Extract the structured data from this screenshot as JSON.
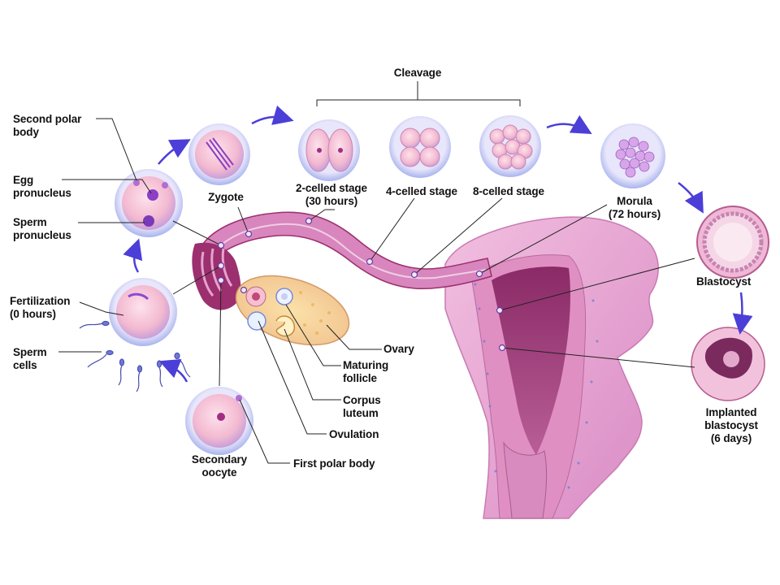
{
  "title": "Cleavage",
  "labels": {
    "second_polar_body": "Second polar\nbody",
    "egg_pronucleus": "Egg\npronucleus",
    "sperm_pronucleus": "Sperm\npronucleus",
    "fertilization": "Fertilization\n(0 hours)",
    "sperm_cells": "Sperm\ncells",
    "secondary_oocyte": "Secondary\noocyte",
    "first_polar_body": "First polar body",
    "zygote": "Zygote",
    "two_celled": "2-celled stage\n(30 hours)",
    "four_celled": "4-celled stage",
    "eight_celled": "8-celled stage",
    "morula": "Morula\n(72 hours)",
    "blastocyst": "Blastocyst",
    "implanted_blastocyst": "Implanted\nblastocyst\n(6 days)",
    "ovary": "Ovary",
    "maturing_follicle": "Maturing\nfollicle",
    "corpus_luteum": "Corpus\nluteum",
    "ovulation": "Ovulation"
  },
  "colors": {
    "tissue": "#e7a6cf",
    "tissue_dark": "#9c2f6e",
    "cell": "#f4c6dc",
    "arrow": "#4b3fd8",
    "leader": "#222222"
  }
}
